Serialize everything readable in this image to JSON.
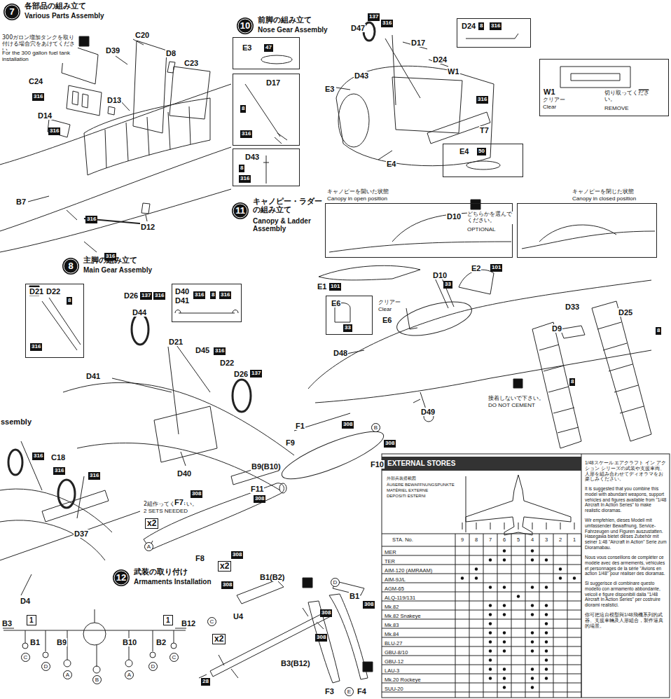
{
  "diagram": {
    "nodes": [
      {
        "text": [
          "7",
          "各部品の組み立て",
          "Various Parts Assembly"
        ]
      },
      {
        "text": [
          "10",
          "前脚の組み立て",
          "Nose Gear Assembly"
        ]
      },
      {
        "text": [
          "E3",
          "47"
        ]
      },
      {
        "text": [
          "D17",
          "8",
          "316"
        ]
      },
      {
        "text": [
          "D43",
          "8",
          "316"
        ]
      },
      {
        "text": [
          "D24",
          "8",
          "316"
        ]
      },
      {
        "text": [
          "W1",
          "クリアー",
          "Clear",
          "切り取ってください。",
          "REMOVE"
        ]
      },
      {
        "text": [
          "E4",
          "50"
        ]
      },
      {
        "text": [
          "11",
          "キャノピー・ラダーの組み立て",
          "Canopy & Ladder Assembly"
        ]
      },
      {
        "text": [
          "キャノピーを開いた状態",
          "Canopy in open position",
          "D10"
        ]
      },
      {
        "text": [
          "キャノピーを閉じた状態",
          "Canopy in closed position"
        ]
      },
      {
        "text": [
          "E6",
          "33"
        ]
      },
      {
        "text": [
          "8",
          "主脚の組み立て",
          "Main Gear Assembly"
        ]
      },
      {
        "text": [
          "D21",
          "D22",
          "8",
          "316"
        ]
      },
      {
        "text": [
          "D40",
          "D41",
          "316",
          "8",
          "316"
        ]
      },
      {
        "text": [
          "12",
          "武装の取り付け",
          "Armaments Installation"
        ]
      },
      {
        "text": [
          "EXTERNAL STORES"
        ]
      }
    ],
    "labels": [
      "300ガロン増加タンクを取り付ける場合穴をあけてください。",
      "For the 300 gallon fuel tank installation",
      "D39",
      "C20",
      "D8",
      "C23",
      "C24",
      "316",
      "D13",
      "D14",
      "316",
      "B7",
      "316",
      "D12",
      "316",
      "D21",
      "D45",
      "316",
      "D22",
      "D26",
      "137",
      "D41",
      "D40",
      "D26",
      "137",
      "316",
      "D44",
      "ssembly",
      "316",
      "C18",
      "316",
      "316",
      "D37",
      "D4",
      "D47",
      "137",
      "316",
      "D17",
      "D43",
      "D24",
      "W1",
      "E3",
      "316",
      "T7",
      "E4",
      "どちらかを選んでください。",
      "OPTIONAL",
      "E1",
      "101",
      "D10",
      "33",
      "E2",
      "101",
      "クリアー",
      "Clear",
      "E6",
      "D48",
      "D49",
      "接着しないで下さい。",
      "DO NOT CEMENT",
      "D33",
      "D25",
      "8",
      "D9",
      "8",
      "F1",
      "F9",
      "308",
      "B",
      "308",
      "F10",
      "B9(B10)",
      "F11",
      "308",
      "2組作ってください。",
      "2 SETS NEEDED",
      "x2",
      "F7",
      "308",
      "A",
      "F8",
      "308",
      "x2",
      "B1(B2)",
      "308",
      "C",
      "U4",
      "308",
      "x2",
      "B3(B12)",
      "28",
      "D",
      "B1",
      "308",
      "308",
      "F3",
      "E",
      "F4",
      "B3",
      "1",
      "B12",
      "1",
      "B1",
      "B9",
      "B10",
      "B2",
      "C",
      "D",
      "A",
      "B",
      "A",
      "D",
      "C",
      "外部兵装搭載図",
      "ÄUßERE BEWAFFNUNGSPUNKTE",
      "MATÉRIEL EXTERNE",
      "DEPOSITI ESTERNI",
      "STA. No.",
      "9",
      "8",
      "7",
      "6",
      "5",
      "4",
      "3",
      "2",
      "1",
      "MER",
      "TER",
      "AIM-120 (AMRAAM)",
      "AIM-9J/L",
      "AGM-65",
      "ALQ-119/131",
      "Mk.82",
      "Mk.82 Snakeye",
      "Mk.83",
      "Mk.84",
      "BLU-27",
      "GBU-8/10",
      "GBU-12",
      "LAU-3",
      "Mk.20 Rockeye",
      "SUU-20",
      "1/48スケール エアクラフト イン アクション シリーズの武装や支援車両、人形を組み合わせてディオラマをお楽しみください。",
      "It is suggested that you combine this model with abundant weapons, support vehicles and figures available from \"1/48 Aircraft In Action Series\" to make realistic dioramas.",
      "Wir empfehlen, dieses Modell mit umfassender Bewaffnung, Service-Fahrzeugen und Figuren auszustatten. Hasegawa bietet dieses Zubehör mit seiner 1:48 \"Aircraft in Action\" Serie zum Dioramabau.",
      "Nous vous conseillons de compléter ce modèle avec des armements, véhicules et personnages de la série \"Avions en action 1/48\" pour réaliser des dioramas.",
      "Si suggerisce di combinare questo modello con armamento abbondante, veicoli e figure disponibili dalla \"1/48 Aircraft In Action Series\" per costruire diorami realistici.",
      "你可把這台模型與1/48飛機系列的武器、支援車輛及人形組合，製作逼真的場景。"
    ]
  }
}
